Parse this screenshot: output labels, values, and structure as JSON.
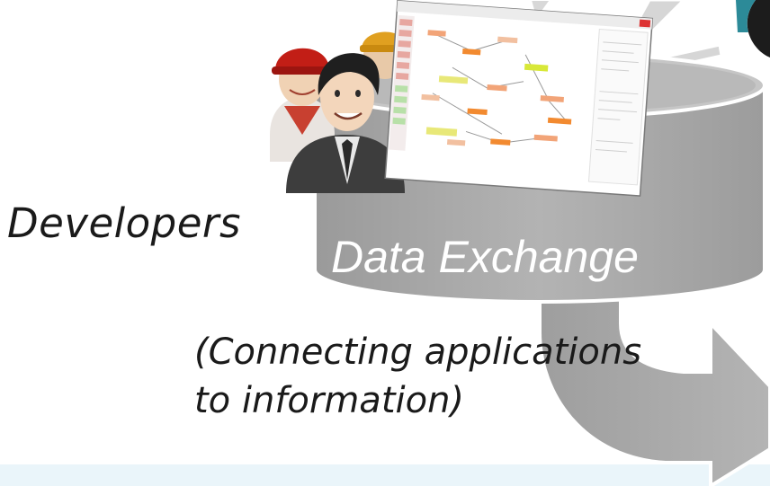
{
  "diagram": {
    "developers_label": "Developers",
    "cylinder_label": "Data Exchange",
    "subtitle_line1": "(Connecting applications",
    "subtitle_line2": "to information)"
  },
  "colors": {
    "cylinder_body": "#a6a6a6",
    "cylinder_top": "#c8c8c8",
    "arrow": "#a9a9a9",
    "footer_band": "#eaf5fa",
    "text": "#1a1a1a"
  },
  "icons": [
    "developers-people-icon",
    "app-window-screenshot",
    "flow-arrow"
  ]
}
